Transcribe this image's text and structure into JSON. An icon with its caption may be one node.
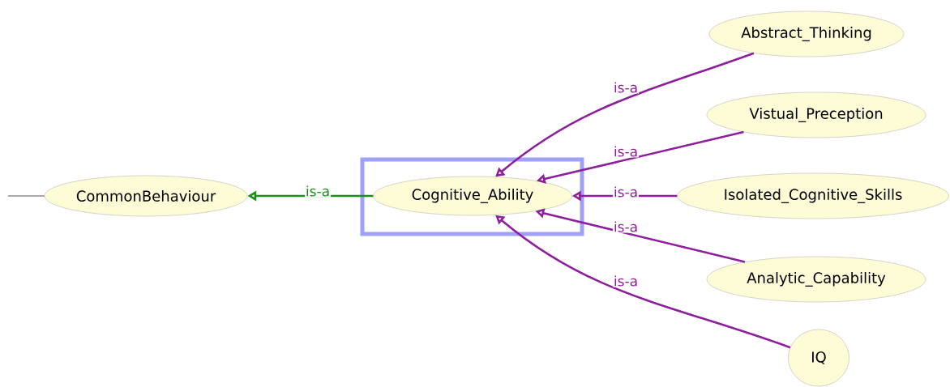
{
  "diagram": {
    "nodes": [
      {
        "text": [
          "CommonBehaviour"
        ]
      },
      {
        "text": [
          "Cognitive_Ability"
        ]
      },
      {
        "text": [
          "Abstract_Thinking"
        ]
      },
      {
        "text": [
          "Vistual_Preception"
        ]
      },
      {
        "text": [
          "Isolated_Cognitive_Skills"
        ]
      },
      {
        "text": [
          "Analytic_Capability"
        ]
      },
      {
        "text": [
          "IQ"
        ]
      }
    ],
    "edges": [
      {
        "from": null,
        "to": 0,
        "arrow": "none",
        "color": "#555555"
      },
      {
        "from": 1,
        "to": 0,
        "arrow": "to",
        "label": "is-a",
        "color": "#1a8f1a"
      },
      {
        "from": 2,
        "to": 1,
        "arrow": "to",
        "label": "is-a"
      },
      {
        "from": 3,
        "to": 1,
        "arrow": "to",
        "label": "is-a"
      },
      {
        "from": 4,
        "to": 1,
        "arrow": "to",
        "label": "is-a"
      },
      {
        "from": 5,
        "to": 1,
        "arrow": "to",
        "label": "is-a"
      },
      {
        "from": 6,
        "to": 1,
        "arrow": "to",
        "label": "is-a"
      }
    ]
  }
}
